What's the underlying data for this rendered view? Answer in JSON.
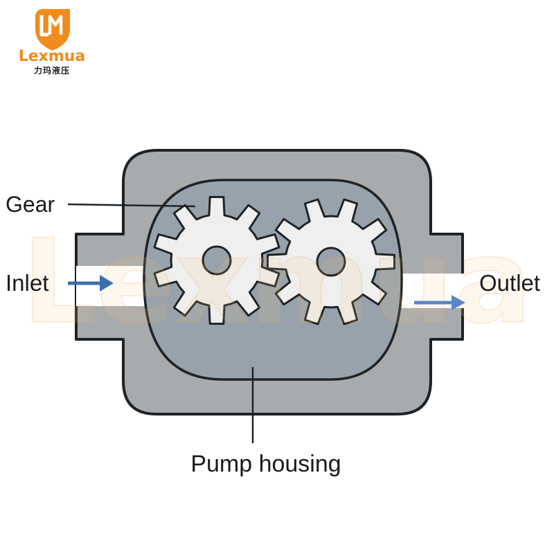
{
  "logo": {
    "name": "Lexmua",
    "subtitle_cn": "力玛液压",
    "mark_letters": "LM",
    "watermark": "Lexmua",
    "color": "#f08c1e"
  },
  "labels": {
    "gear": "Gear",
    "inlet": "Inlet",
    "outlet": "Outlet",
    "pump_housing": "Pump housing"
  },
  "colors": {
    "housing_outer": "#a8abae",
    "housing_inner": "#97a2ac",
    "gear": "#efefef",
    "outline": "#1f2326",
    "arrow": "#3d6fb0",
    "port": "#ffffff"
  },
  "icons": {
    "logo": "lexmua-logo-icon",
    "inlet_arrow": "arrow-right-icon",
    "outlet_arrow": "arrow-right-icon",
    "gear": "gear-icon"
  }
}
